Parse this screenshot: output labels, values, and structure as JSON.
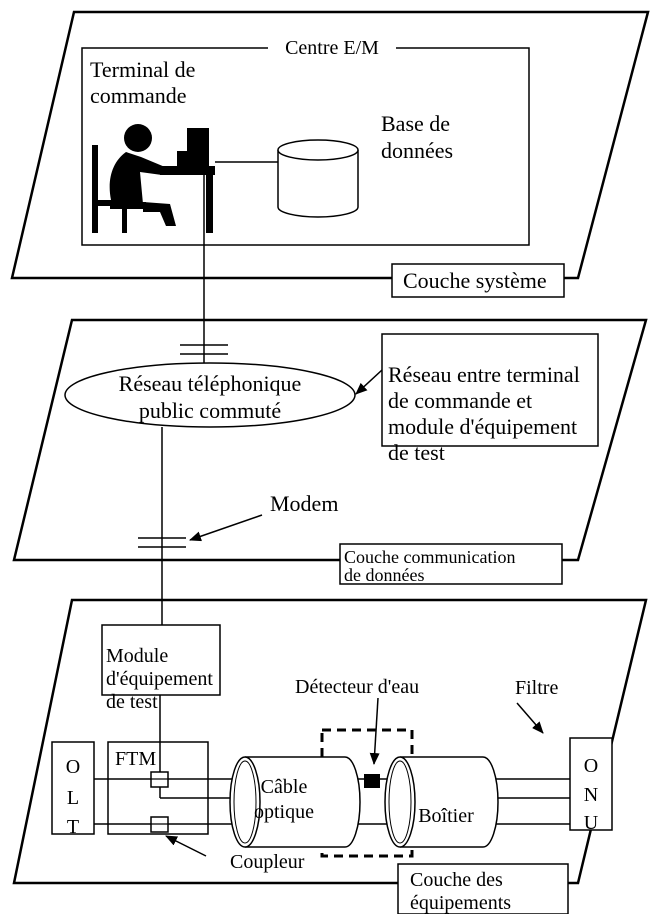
{
  "system_layer": {
    "centre_label": "Centre E/M",
    "terminal_label_line1": "Terminal de",
    "terminal_label_line2": "commande",
    "database_label_line1": "Base de",
    "database_label_line2": "données",
    "layer_label": "Couche système"
  },
  "communication_layer": {
    "network_line1": "Réseau téléphonique",
    "network_line2": "public commuté",
    "note_line1": "Réseau entre terminal",
    "note_line2": "de commande et",
    "note_line3": "module d'équipement",
    "note_line4": "de test",
    "modem_label": "Modem",
    "layer_label_line1": "Couche communication",
    "layer_label_line2": "de données"
  },
  "equipment_layer": {
    "module_line1": "Module",
    "module_line2": "d'équipement",
    "module_line3": "de test",
    "water_detector_label": "Détecteur d'eau",
    "filter_label": "Filtre",
    "ftm_label": "FTM",
    "olt_letters": [
      "O",
      "L",
      "T"
    ],
    "onu_letters": [
      "O",
      "N",
      "U"
    ],
    "cable_line1": "Câble",
    "cable_line2": "optique",
    "box_label": "Boîtier",
    "coupler_label": "Coupleur",
    "layer_label_line1": "Couche des",
    "layer_label_line2": "équipements"
  }
}
